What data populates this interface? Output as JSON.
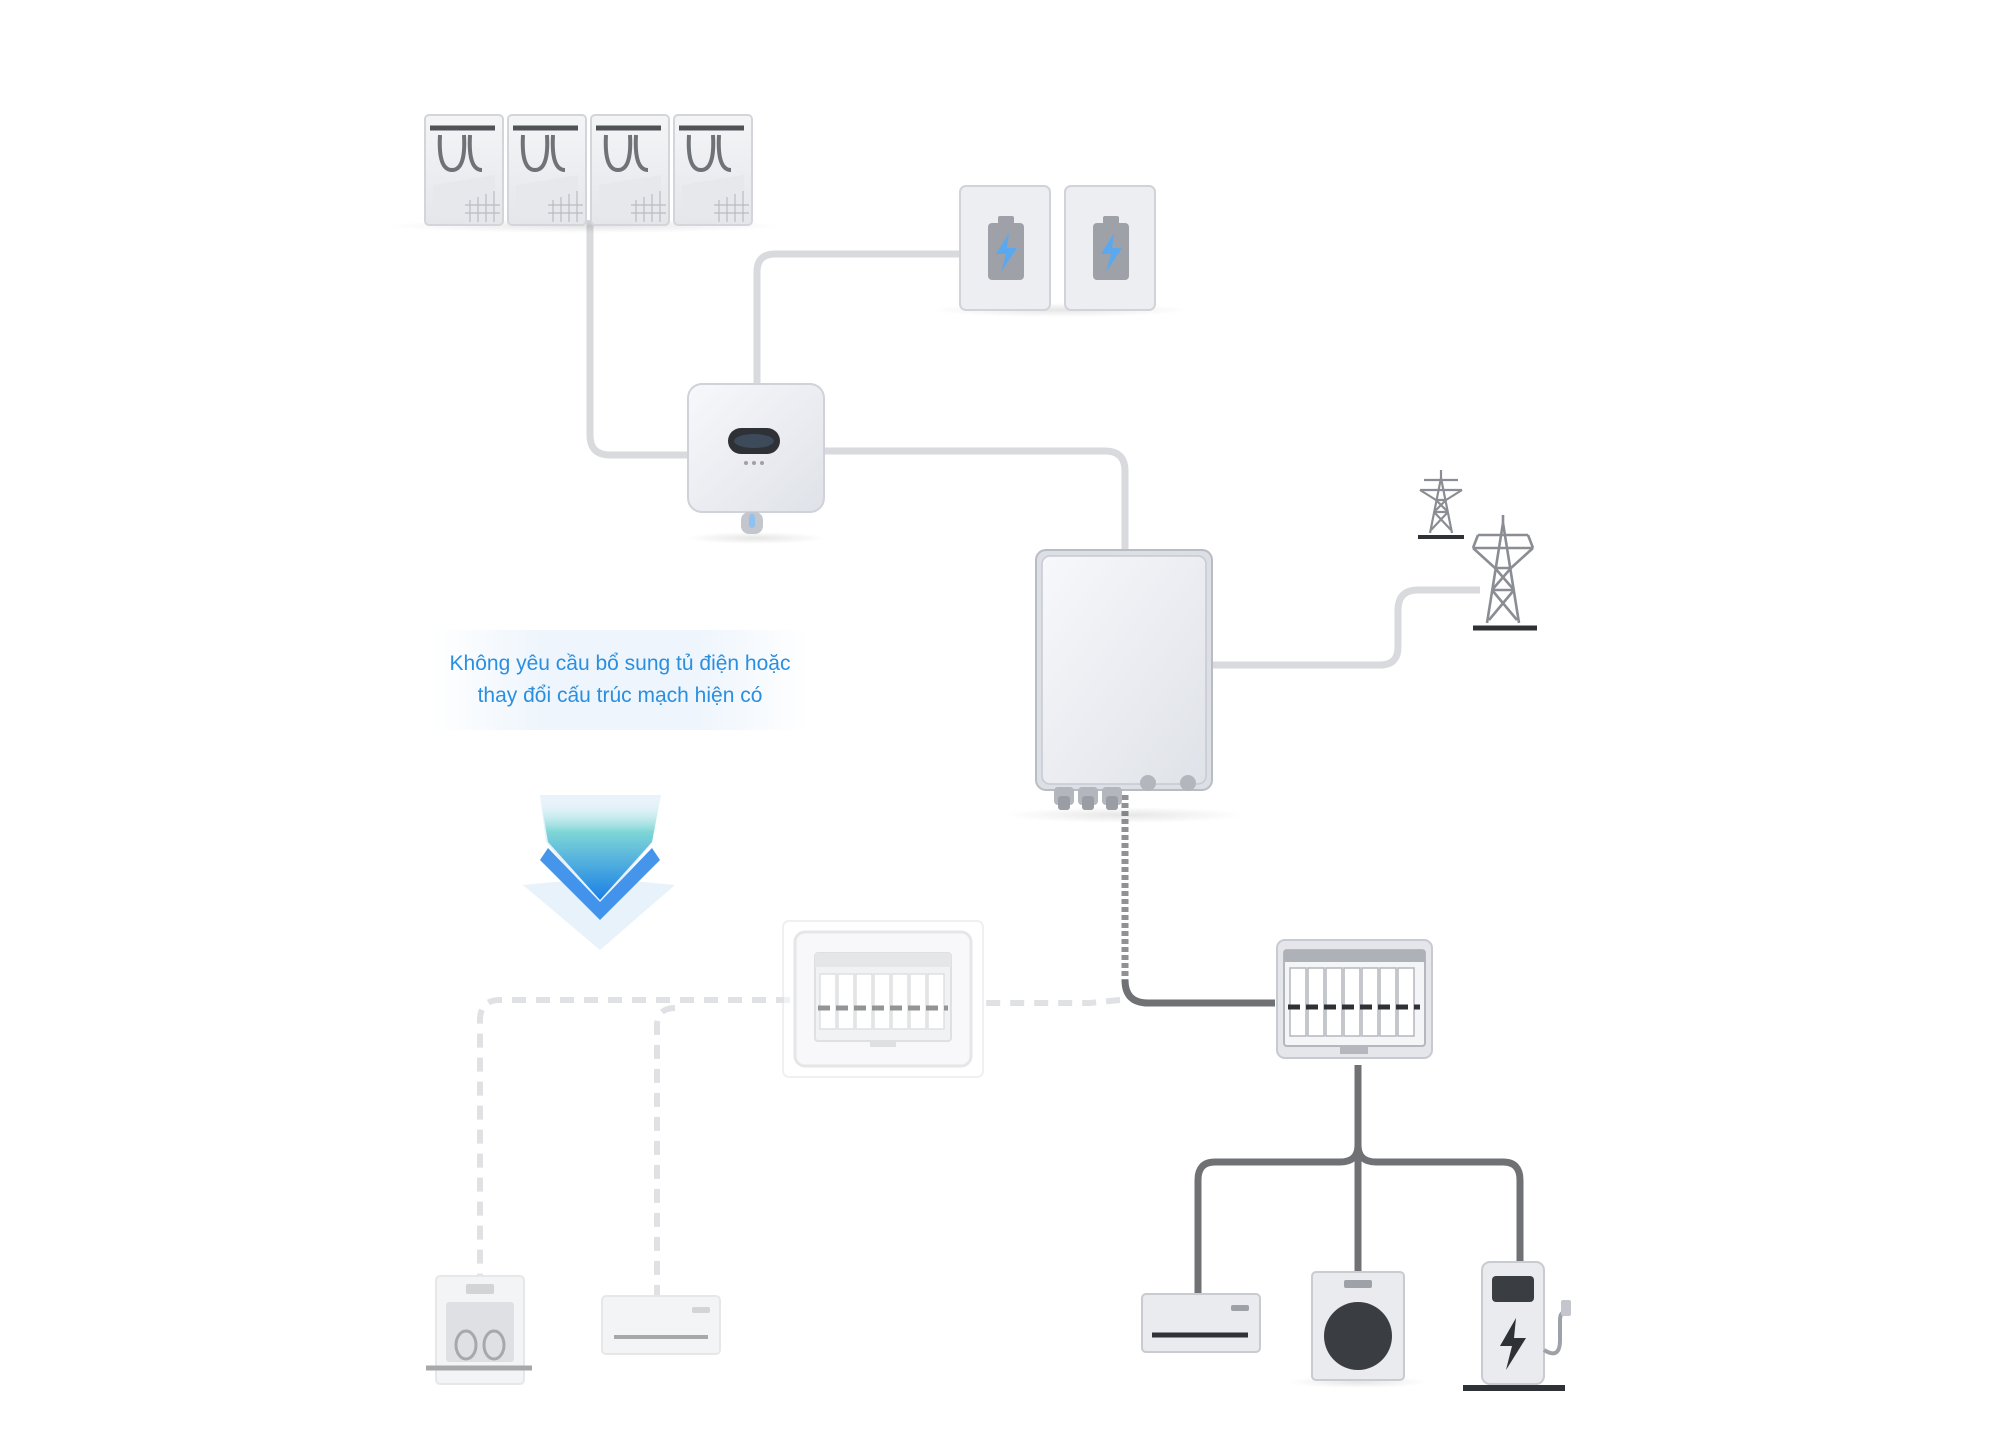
{
  "note": {
    "line1": "Không yêu cầu bổ sung tủ điện hoặc",
    "line2": "thay đổi cấu trúc mạch hiện có"
  },
  "colors": {
    "light_cable": "#d9dadd",
    "dark_cable": "#6f7175",
    "dashed_cable": "#dfe1e4",
    "device_body": "#eeeff2",
    "device_border": "#c9cbd0",
    "accent_blue": "#2b8fe0",
    "bolt_blue": "#5aa9f0"
  },
  "components": {
    "solar_panels": {
      "name": "solar-panel-array",
      "count": 4,
      "icon": "solar-panel-icon"
    },
    "batteries": {
      "name": "battery-bank",
      "count": 2,
      "icon": "battery-bolt-icon"
    },
    "inverter": {
      "name": "hybrid-inverter",
      "icon": "inverter-icon"
    },
    "grid_towers": {
      "name": "power-grid",
      "count": 2,
      "icon": "transmission-tower-icon"
    },
    "smart_box": {
      "name": "energy-management-box",
      "icon": "control-box-icon"
    },
    "new_breaker_panel": {
      "name": "backup-breaker-panel",
      "icon": "breaker-panel-icon"
    },
    "existing_breaker_panel": {
      "name": "existing-breaker-panel",
      "faded": true,
      "icon": "breaker-panel-icon"
    },
    "arrow": {
      "name": "down-arrow",
      "icon": "chevron-down-arrow-icon"
    },
    "existing_loads": [
      "dishwasher-icon",
      "air-conditioner-icon"
    ],
    "backup_loads": [
      "air-conditioner-icon",
      "washing-machine-icon",
      "ev-charger-icon"
    ]
  }
}
